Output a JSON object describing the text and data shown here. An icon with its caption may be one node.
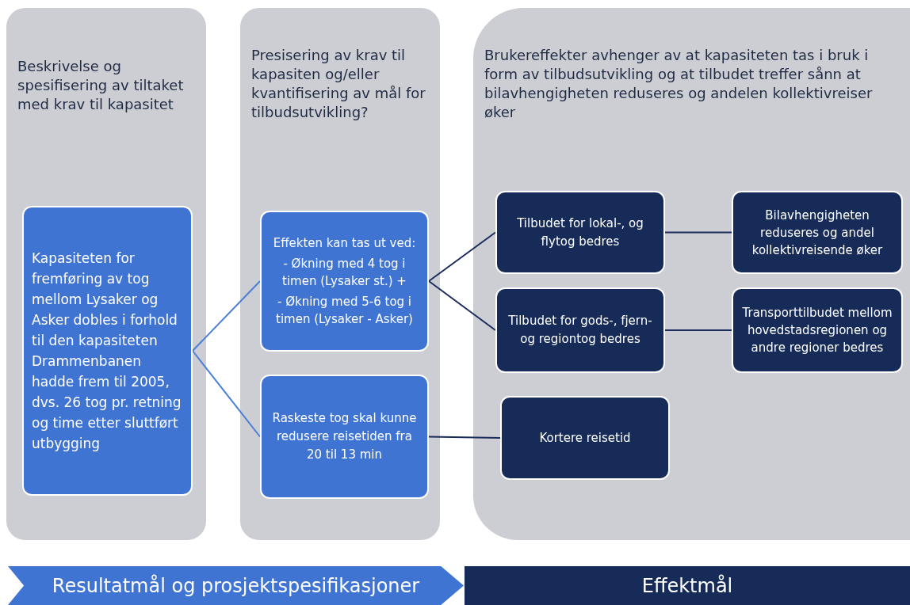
{
  "diagram": {
    "nodes": [
      {
        "text": [
          "Beskrivelse og spesifisering av tiltaket med krav til kapasitet"
        ]
      },
      {
        "text": [
          "Kapasiteten for fremføring av tog mellom Lysaker og Asker dobles i forhold til den kapasiteten Drammenbanen hadde frem til 2005, dvs. 26 tog pr. retning og time etter sluttført utbygging"
        ],
        "in": 0
      },
      {
        "text": [
          "Presisering av krav til kapasiten og/eller kvantifisering av mål for tilbudsutvikling?"
        ]
      },
      {
        "text": [
          "Effekten kan tas ut ved:",
          "- Økning med 4 tog i timen (Lysaker st.) +",
          "- Økning med 5-6 tog i timen (Lysaker - Asker)"
        ],
        "in": 2
      },
      {
        "text": [
          "Raskeste tog skal kunne redusere reisetiden fra 20 til 13 min"
        ],
        "in": 2
      },
      {
        "text": [
          "Brukereffekter avhenger av at kapasiteten tas i bruk i form av tilbudsutvikling og at tilbudet treffer sånn at bilavhengigheten reduseres og andelen kollektivreiser øker"
        ]
      },
      {
        "text": [
          "Tilbudet for lokal-, og flytog bedres"
        ],
        "in": 5
      },
      {
        "text": [
          "Bilavhengigheten reduseres og andel kollektivreisende øker"
        ],
        "in": 5
      },
      {
        "text": [
          "Tilbudet for gods-, fjern- og regiontog bedres"
        ],
        "in": 5
      },
      {
        "text": [
          "Transporttilbudet mellom hovedstadsregionen og andre regioner bedres"
        ],
        "in": 5
      },
      {
        "text": [
          "Kortere reisetid"
        ],
        "in": 5
      },
      {
        "text": [
          "Resultatmål og prosjektspesifikasjoner"
        ]
      },
      {
        "text": [
          "Effektmål"
        ]
      }
    ],
    "edges": [
      {
        "from": 1,
        "to": 3,
        "arrow": "none",
        "color": "#4a7fd6"
      },
      {
        "from": 1,
        "to": 4,
        "arrow": "none",
        "color": "#4a7fd6"
      },
      {
        "from": 3,
        "to": 6,
        "arrow": "none"
      },
      {
        "from": 3,
        "to": 8,
        "arrow": "none"
      },
      {
        "from": 6,
        "to": 7,
        "arrow": "none"
      },
      {
        "from": 8,
        "to": 9,
        "arrow": "none"
      },
      {
        "from": 4,
        "to": 10,
        "arrow": "none"
      }
    ]
  }
}
